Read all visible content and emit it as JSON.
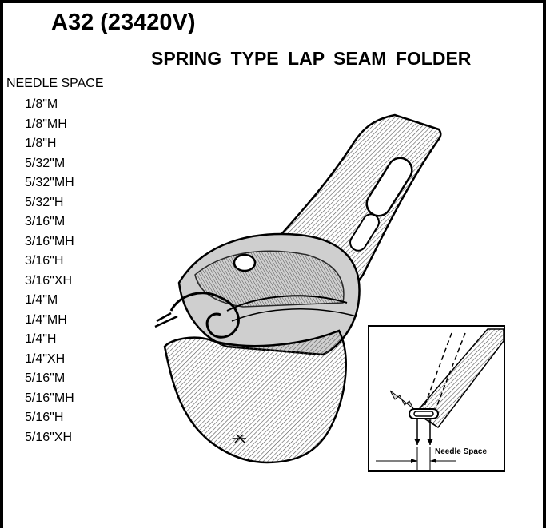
{
  "header": {
    "model": "A32 (23420V)",
    "title": "SPRING  TYPE LAP SEAM FOLDER"
  },
  "needle_space": {
    "heading": "NEEDLE SPACE",
    "sizes": [
      "1/8\"M",
      "1/8\"MH",
      "1/8\"H",
      "5/32\"M",
      "5/32\"MH",
      "5/32\"H",
      "3/16\"M",
      "3/16\"MH",
      "3/16\"H",
      "3/16\"XH",
      "1/4\"M",
      "1/4\"MH",
      "1/4\"H",
      "1/4\"XH",
      "5/16\"M",
      "5/16\"MH",
      "5/16\"H",
      "5/16\"XH"
    ]
  },
  "diagram": {
    "label": "Needle Space"
  }
}
